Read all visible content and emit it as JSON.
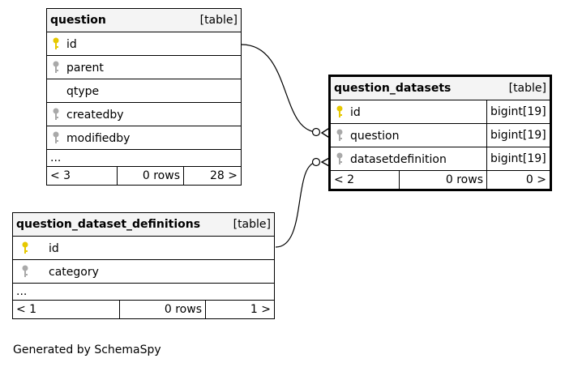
{
  "tables": {
    "question": {
      "name": "question",
      "type": "[table]",
      "columns": [
        {
          "name": "id",
          "key": "primary"
        },
        {
          "name": "parent",
          "key": "foreign"
        },
        {
          "name": "qtype",
          "key": "none"
        },
        {
          "name": "createdby",
          "key": "foreign"
        },
        {
          "name": "modifiedby",
          "key": "foreign"
        }
      ],
      "ellipsis": "...",
      "footer": {
        "left": "< 3",
        "middle": "0 rows",
        "right": "28 >"
      }
    },
    "question_datasets": {
      "name": "question_datasets",
      "type": "[table]",
      "columns": [
        {
          "name": "id",
          "key": "primary",
          "datatype": "bigint[19]"
        },
        {
          "name": "question",
          "key": "foreign",
          "datatype": "bigint[19]"
        },
        {
          "name": "datasetdefinition",
          "key": "foreign",
          "datatype": "bigint[19]"
        }
      ],
      "footer": {
        "left": "< 2",
        "middle": "0 rows",
        "right": "0 >"
      }
    },
    "question_dataset_definitions": {
      "name": "question_dataset_definitions",
      "type": "[table]",
      "columns": [
        {
          "name": "id",
          "key": "primary"
        },
        {
          "name": "category",
          "key": "foreign"
        }
      ],
      "ellipsis": "...",
      "footer": {
        "left": "< 1",
        "middle": "0 rows",
        "right": "1 >"
      }
    }
  },
  "colors": {
    "primary_key": "#e6c800",
    "foreign_key": "#a9a9a9",
    "header_bg": "#f4f4f4"
  },
  "credit": "Generated by SchemaSpy"
}
